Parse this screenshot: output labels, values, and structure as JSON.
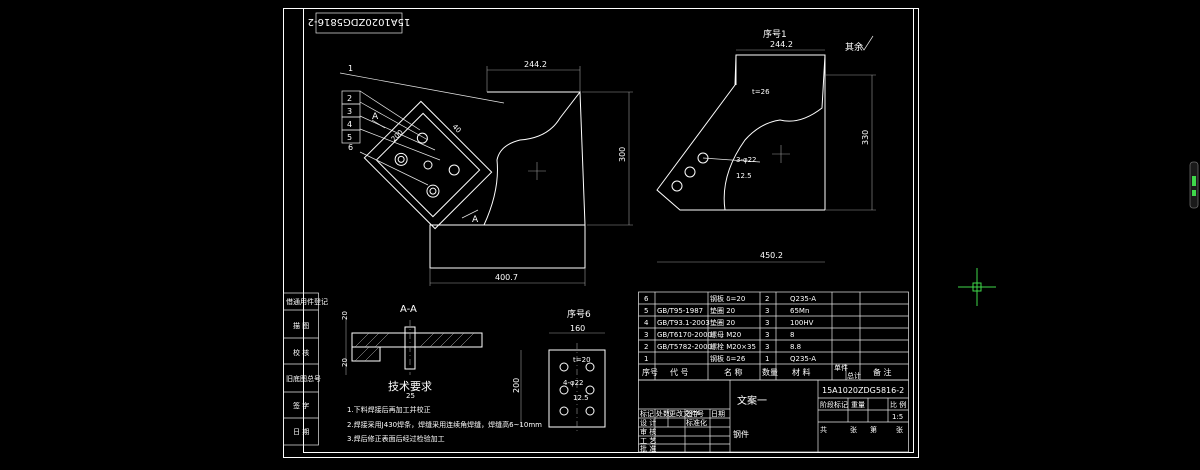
{
  "title_stamp": "15A1020ZDG5816-2",
  "views": {
    "main": {
      "balloons": [
        "1",
        "2",
        "3",
        "4",
        "5",
        "6"
      ],
      "dims": {
        "top_width": "244.2",
        "bottom_width": "400.7",
        "height": "300",
        "hole_spacing": "200",
        "slot": "40"
      },
      "section_label": "A"
    },
    "part1": {
      "label": "序号1",
      "thickness": "t=26",
      "hole_callout": "3-φ22",
      "dims": {
        "top_width": "244.2",
        "bottom_width": "450.2",
        "height": "330"
      },
      "roughness": "12.5",
      "roughness_note": "其余"
    },
    "section_aa": {
      "label": "A-A",
      "dims": {
        "d1": "20",
        "d2": "20",
        "d3": "25"
      }
    },
    "part6": {
      "label": "序号6",
      "thickness": "t=20",
      "hole_callout": "4-φ22",
      "roughness": "12.5",
      "dims": {
        "width": "160",
        "height": "200"
      }
    }
  },
  "tech_requirements": {
    "title": "技术要求",
    "items": [
      "1.下料焊接后再加工并校正",
      "2.焊接采用J430焊条，焊缝采用连续角焊缝，焊缝高6~10mm",
      "3.焊后修正表面后经过检验加工"
    ]
  },
  "left_column": [
    "借通用件登记",
    "描 图",
    "校 核",
    "旧底图总号",
    "签 字",
    "日 期"
  ],
  "bom": {
    "rows": [
      {
        "no": "6",
        "code": "",
        "name": "钢板 δ=20",
        "qty": "2",
        "material": "Q235-A",
        "remark": ""
      },
      {
        "no": "5",
        "code": "GB/T95-1987",
        "name": "垫圈 20",
        "qty": "3",
        "material": "65Mn",
        "remark": ""
      },
      {
        "no": "4",
        "code": "GB/T93.1-2003",
        "name": "垫圈 20",
        "qty": "3",
        "material": "100HV",
        "remark": ""
      },
      {
        "no": "3",
        "code": "GB/T6170-2000",
        "name": "螺母 M20",
        "qty": "3",
        "material": "8",
        "remark": ""
      },
      {
        "no": "2",
        "code": "GB/T5782-2000",
        "name": "螺栓 M20×35",
        "qty": "3",
        "material": "8.8",
        "remark": ""
      },
      {
        "no": "1",
        "code": "",
        "name": "钢板 δ=26",
        "qty": "1",
        "material": "Q235-A",
        "remark": ""
      }
    ],
    "headers": [
      "序号",
      "代 号",
      "名 称",
      "数量",
      "材 料",
      "单件",
      "总计",
      "备 注"
    ]
  },
  "title_block": {
    "company": "文案一",
    "drawing_no": "15A1020ZDG5816-2",
    "part_name": "钢件",
    "labels": [
      "标记",
      "处数",
      "更改文件号",
      "签字",
      "日期",
      "设 计",
      "标准化",
      "审 核",
      "工 艺",
      "批 准"
    ],
    "stage": [
      "阶段标记",
      "重量",
      "比 例"
    ],
    "scale": "1:5",
    "sheet": [
      "共",
      "张",
      "第",
      "张"
    ]
  }
}
